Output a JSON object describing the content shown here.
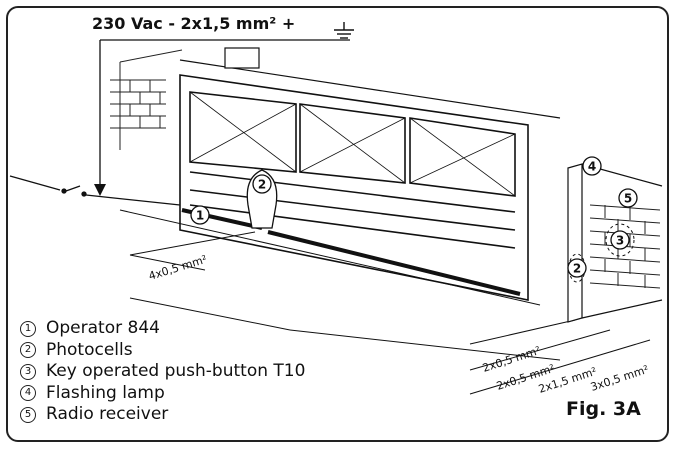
{
  "supply_label": "230 Vac - 2x1,5 mm² +",
  "cable_labels": {
    "operator": "4x0,5 mm²",
    "photocell_a": "2x0,5 mm²",
    "photocell_b": "2x0,5 mm²",
    "lamp": "2x1,5 mm²",
    "key": "3x0,5 mm²"
  },
  "callouts": [
    "1",
    "2",
    "3",
    "4",
    "5",
    "2"
  ],
  "legend": [
    {
      "num": "1",
      "text": "Operator 844"
    },
    {
      "num": "2",
      "text": "Photocells"
    },
    {
      "num": "3",
      "text": "Key operated push-button T10"
    },
    {
      "num": "4",
      "text": "Flashing lamp"
    },
    {
      "num": "5",
      "text": "Radio receiver"
    }
  ],
  "figure_label": "Fig. 3A"
}
